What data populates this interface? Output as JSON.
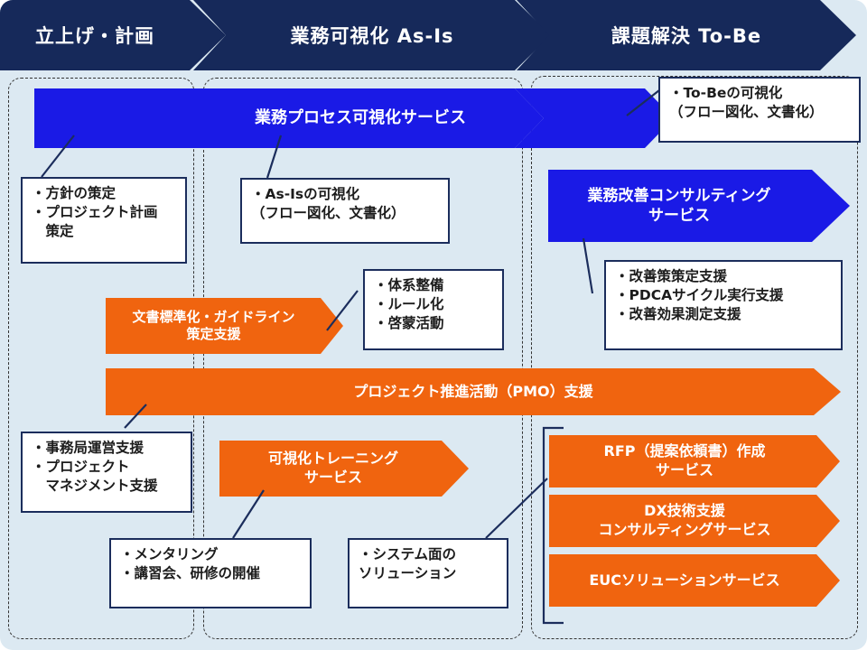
{
  "headers": [
    "立上げ・計画",
    "業務可視化 As-Is",
    "課題解決 To-Be"
  ],
  "arrows": {
    "process_visualization": "業務プロセス可視化サービス",
    "improvement_consulting": "業務改善コンサルティング\nサービス",
    "document_standardization": "文書標準化・ガイドライン\n策定支援",
    "pmo_support": "プロジェクト推進活動（PMO）支援",
    "visualization_training": "可視化トレーニング\nサービス",
    "rfp_creation": "RFP（提案依頼書）作成\nサービス",
    "dx_support": "DX技術支援\nコンサルティングサービス",
    "euc_solution": "EUCソリューションサービス"
  },
  "notes": {
    "tobe_visualization": [
      "・To-Beの可視化",
      "（フロー図化、文書化）"
    ],
    "policy": [
      "・方針の策定",
      "・プロジェクト計画",
      "　策定"
    ],
    "asis_visualization": [
      "・As-Isの可視化",
      "（フロー図化、文書化）"
    ],
    "improvement": [
      "・改善策策定支援",
      "・PDCAサイクル実行支援",
      "・改善効果測定支援"
    ],
    "standardization": [
      "・体系整備",
      "・ルール化",
      "・啓蒙活動"
    ],
    "secretariat": [
      "・事務局運営支援",
      "・プロジェクト",
      "　マネジメント支援"
    ],
    "mentoring": [
      "・メンタリング",
      "・講習会、研修の開催"
    ],
    "system": [
      "・システム面の",
      "ソリューション"
    ]
  },
  "colors": {
    "header_navy": "#16295a",
    "service_blue": "#1a1ae6",
    "service_orange": "#f0640f",
    "background": "#dce9f2"
  }
}
